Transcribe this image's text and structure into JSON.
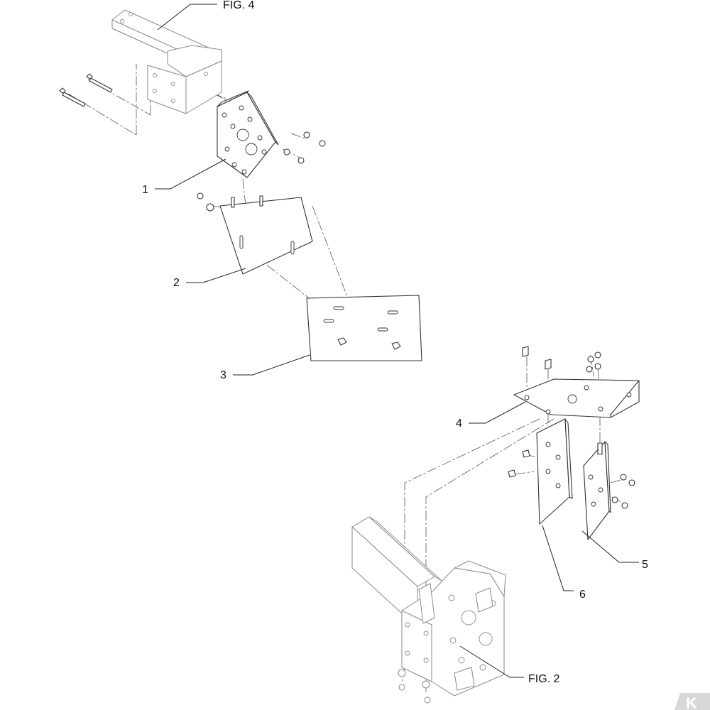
{
  "callouts": {
    "fig4": "FIG. 4",
    "fig2": "FIG. 2",
    "item1": "1",
    "item2": "2",
    "item3": "3",
    "item4": "4",
    "item5": "5",
    "item6": "6"
  },
  "logo": {
    "text": "K",
    "color": "#d8d8d8"
  }
}
